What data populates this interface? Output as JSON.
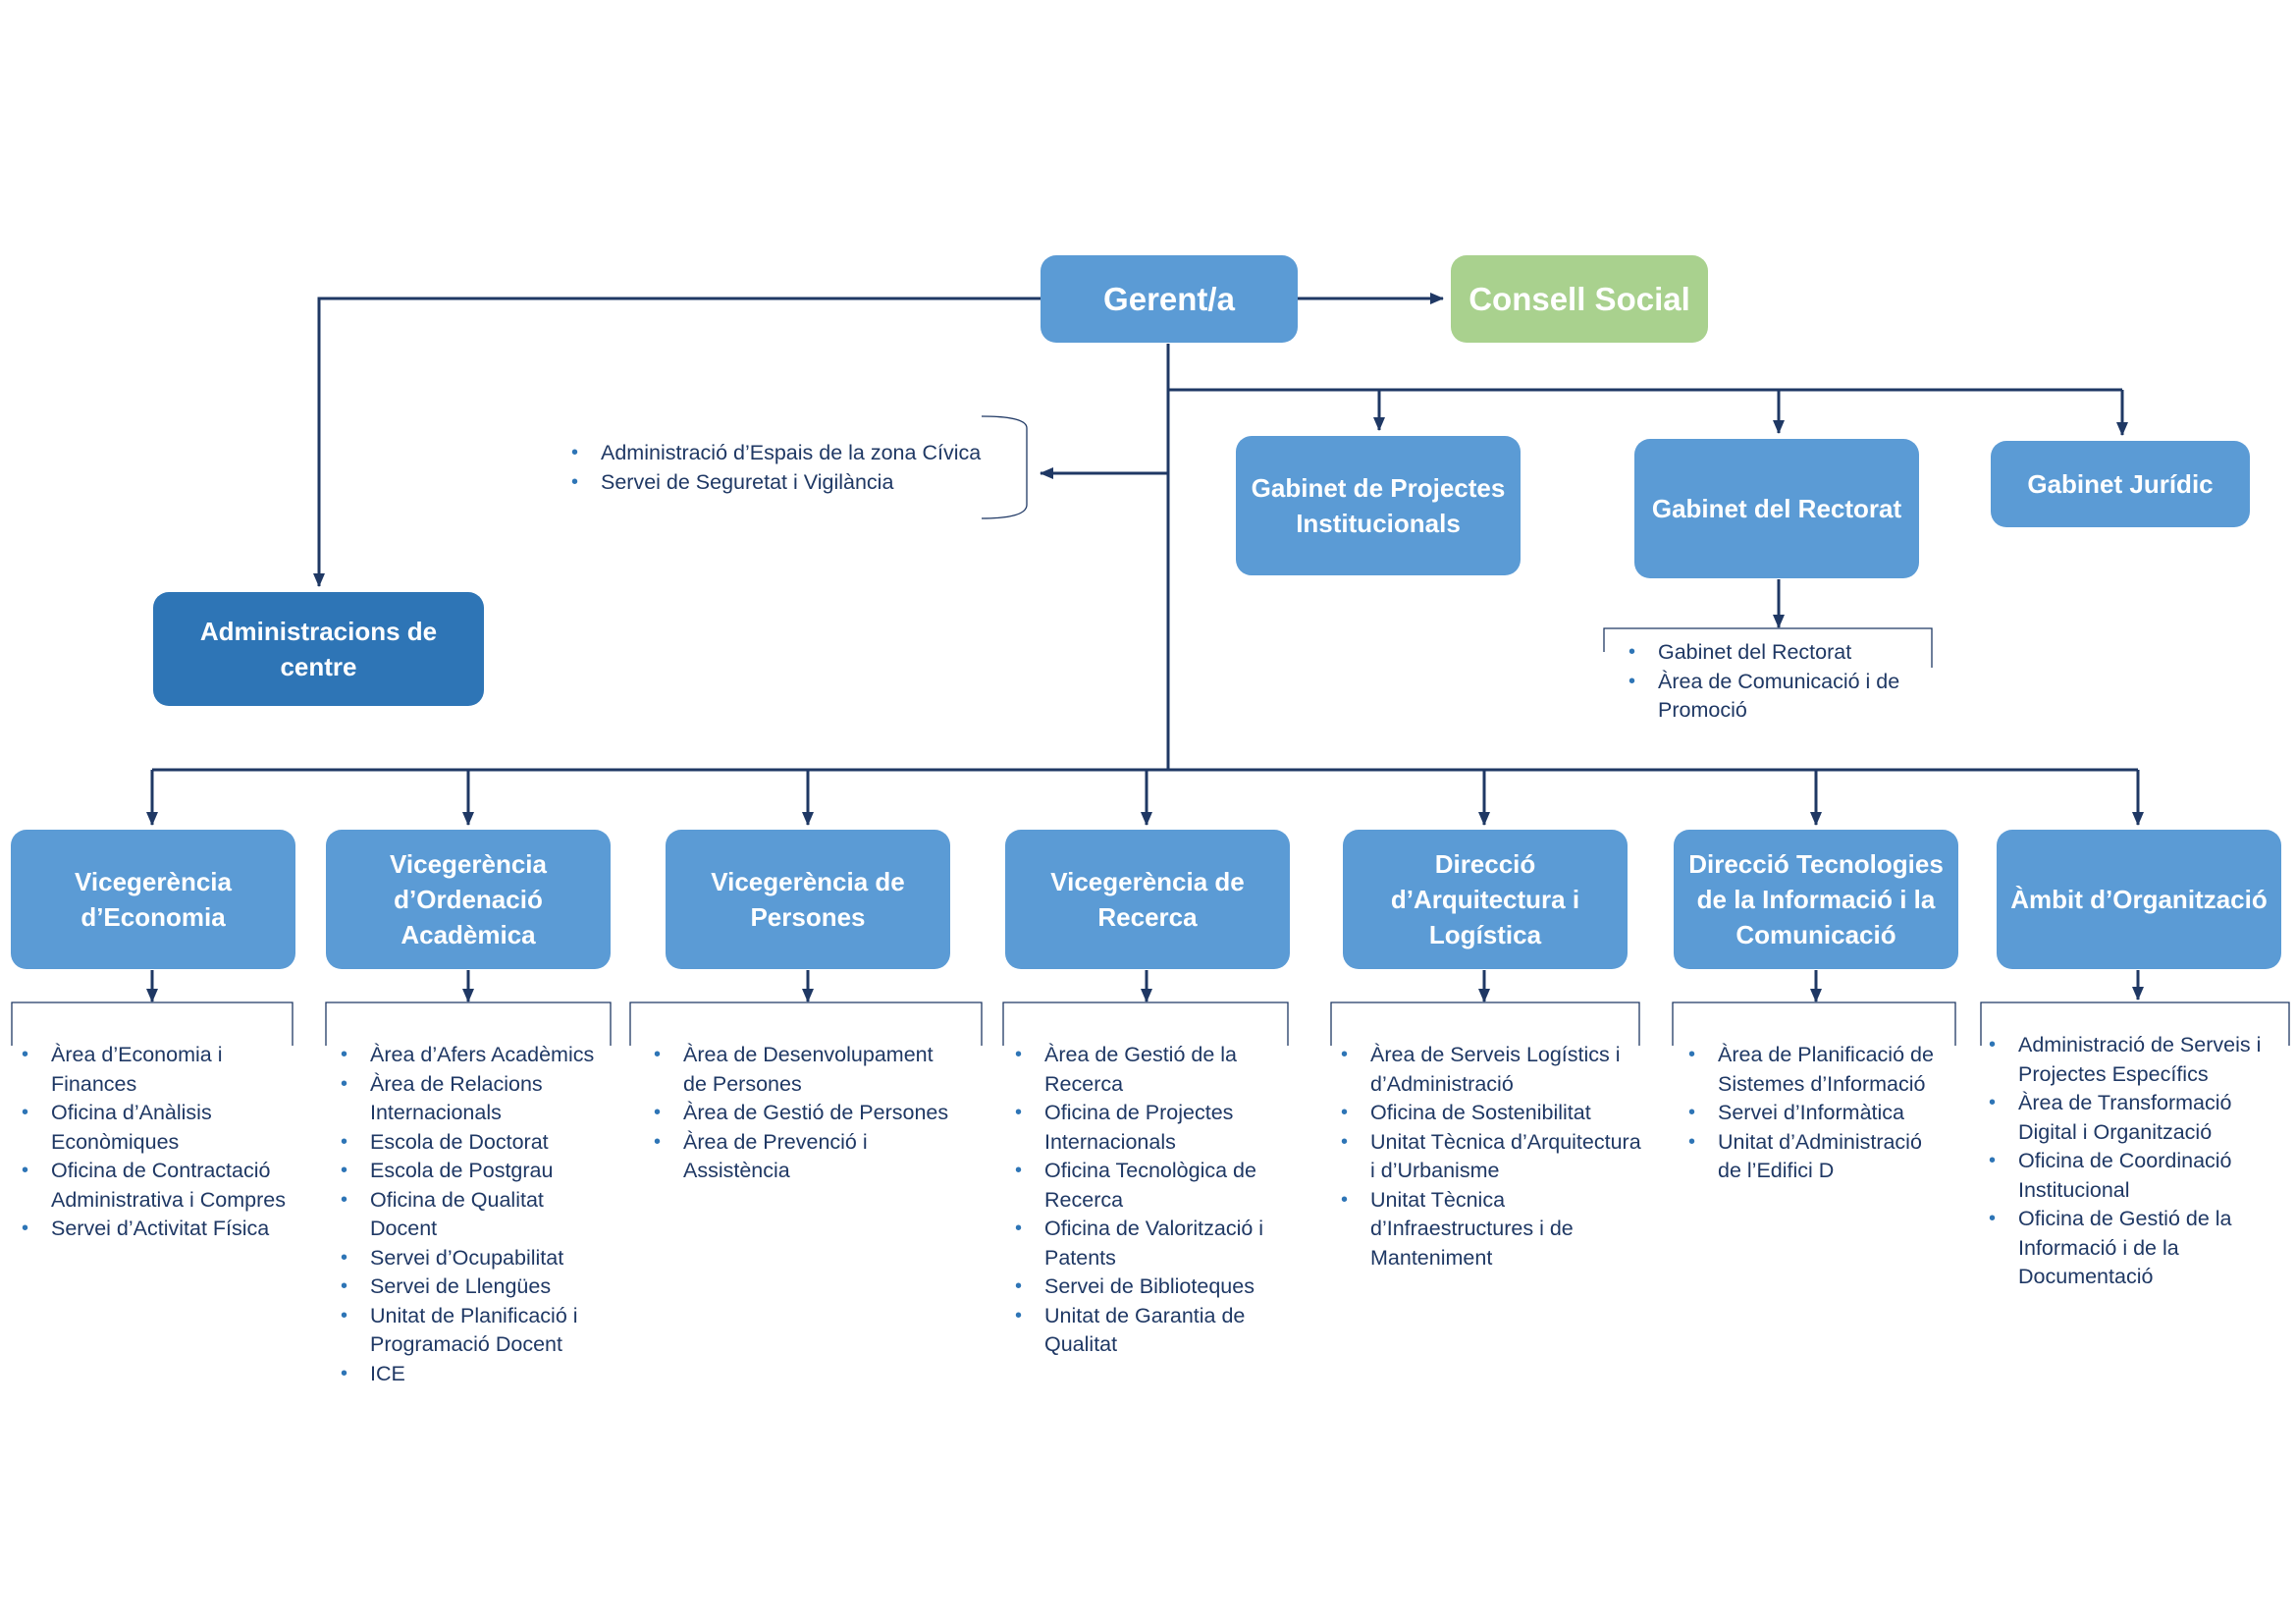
{
  "top": {
    "gerent": "Gerent/a",
    "consell_social": "Consell Social"
  },
  "side": {
    "administracions": "Administracions de centre",
    "zona_civica": [
      "Administració d’Espais de la zona Cívica",
      "Servei de Seguretat i Vigilància"
    ]
  },
  "gabinets": {
    "projectes": "Gabinet de Projectes Institucionals",
    "rectorat": "Gabinet del Rectorat",
    "juridic": "Gabinet Jurídic",
    "rectorat_items": [
      "Gabinet del Rectorat",
      "Àrea de Comunicació i de\nPromoció"
    ]
  },
  "units": [
    {
      "title": "Vicegerència d’Economia",
      "items": [
        "Àrea d’Economia i\nFinances",
        "Oficina d’Anàlisis\nEconòmiques",
        "Oficina de Contractació\nAdministrativa i Compres",
        "Servei d’Activitat Física"
      ]
    },
    {
      "title": "Vicegerència d’Ordenació Acadèmica",
      "items": [
        "Àrea d’Afers Acadèmics",
        "Àrea de Relacions\nInternacionals",
        "Escola de Doctorat",
        "Escola de Postgrau",
        "Oficina de Qualitat\nDocent",
        "Servei d’Ocupabilitat",
        "Servei de Llengües",
        "Unitat de Planificació i\nProgramació Docent",
        "ICE"
      ]
    },
    {
      "title": "Vicegerència de Persones",
      "items": [
        "Àrea de Desenvolupament\nde Persones",
        "Àrea de Gestió de Persones",
        "Àrea de Prevenció i\nAssistència"
      ]
    },
    {
      "title": "Vicegerència de Recerca",
      "items": [
        "Àrea de Gestió de la\nRecerca",
        "Oficina de Projectes\nInternacionals",
        "Oficina Tecnològica de\nRecerca",
        "Oficina de Valorització i\nPatents",
        "Servei de Biblioteques",
        "Unitat de Garantia de\nQualitat"
      ]
    },
    {
      "title": "Direcció d’Arquitectura i Logística",
      "items": [
        "Àrea de Serveis Logístics i\nd’Administració",
        "Oficina de Sostenibilitat",
        "Unitat Tècnica d’Arquitectura\ni d’Urbanisme",
        "Unitat Tècnica\nd’Infraestructures i de\nManteniment"
      ]
    },
    {
      "title": "Direcció Tecnologies de la Informació i la Comunicació",
      "items": [
        "Àrea de Planificació de\nSistemes d’Informació",
        "Servei d’Informàtica",
        "Unitat d’Administració\nde l’Edifici D"
      ]
    },
    {
      "title": "Àmbit d’Organització",
      "items": [
        "Administració de Serveis i\nProjectes Específics",
        "Àrea de Transformació\nDigital i Organització",
        "Oficina de Coordinació\nInstitucional",
        "Oficina de Gestió de la\nInformació i de la\nDocumentació"
      ]
    }
  ],
  "colors": {
    "box_light": "#5b9bd5",
    "box_dark": "#2e75b6",
    "box_green": "#a9d18e",
    "line": "#1f3864",
    "text": "#1f3864"
  }
}
